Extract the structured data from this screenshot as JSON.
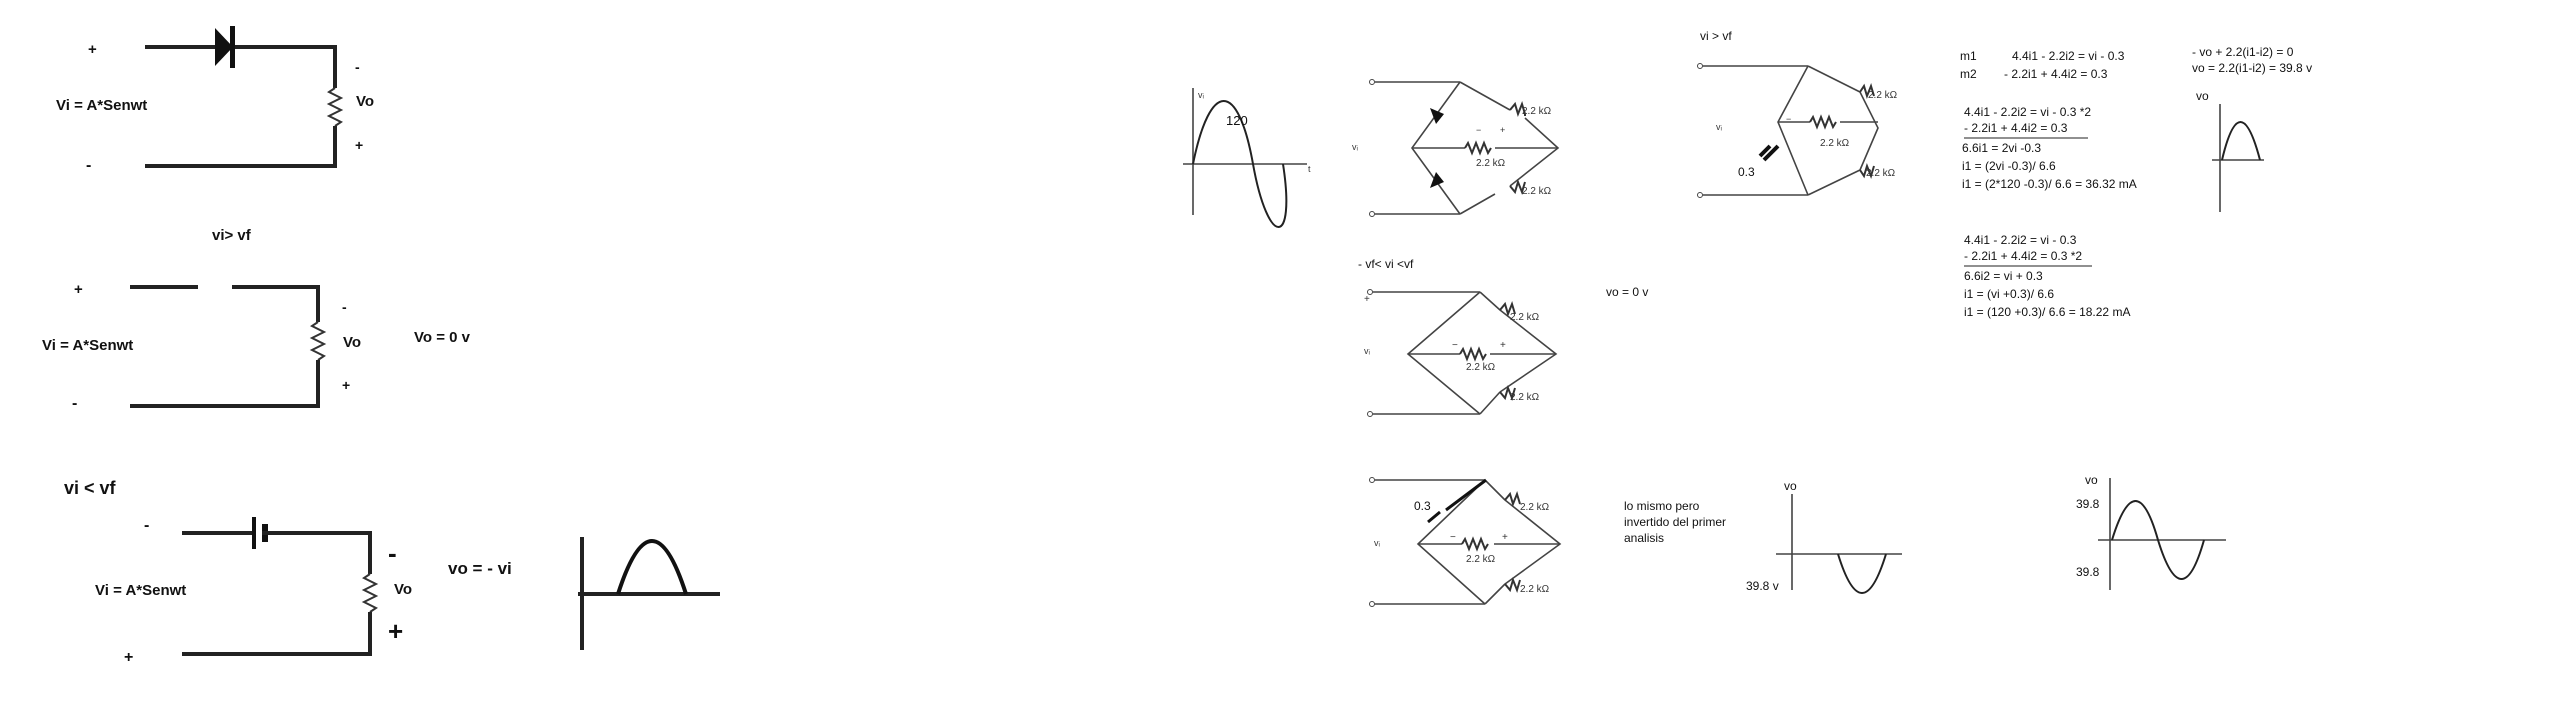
{
  "left": {
    "c1": {
      "plus": "+",
      "vi": "Vi = A*Senwt",
      "minus": "-",
      "o_minus": "-",
      "vo": "Vo",
      "o_plus": "+"
    },
    "c2": {
      "title": "vi> vf",
      "plus": "+",
      "vi": "Vi = A*Senwt",
      "minus": "-",
      "o_minus": "-",
      "vo": "Vo",
      "o_plus": "+",
      "result": "Vo = 0 v"
    },
    "c3": {
      "title": "vi < vf",
      "minus": "-",
      "vi": "Vi = A*Senwt",
      "plus": "+",
      "o_minus": "-",
      "vo": "Vo",
      "o_plus": "+",
      "result": "vo = - vi"
    }
  },
  "right": {
    "sine_in": {
      "amp": "120",
      "ylabel": "vᵢ",
      "xlabel": "t"
    },
    "r": "2.2 kΩ",
    "vi_small": "vᵢ",
    "vf_small": "v",
    "src_plus": "+",
    "src_minus": "−",
    "sec_a": {
      "title": "vi > vf",
      "diode_v": "0.3"
    },
    "sec_b": {
      "title": "- vf< vi <vf",
      "result": "vo = 0 v"
    },
    "sec_c": {
      "diode_v": "0.3",
      "note": [
        "lo mismo pero",
        "invertido del primer",
        "analisis"
      ],
      "graph_top": "vo",
      "graph_val": "39.8 v"
    },
    "eq1": {
      "m1_label": "m1",
      "m1": "4.4i1 - 2.2i2 = vi - 0.3",
      "m2_label": "m2",
      "m2": "- 2.2i1 + 4.4i2 = 0.3",
      "l1": "4.4i1 - 2.2i2 = vi - 0.3  *2",
      "l2": "- 2.2i1 + 4.4i2 = 0.3",
      "l3": "6.6i1 = 2vi -0.3",
      "l4": "i1 = (2vi -0.3)/ 6.6",
      "l5": "i1 = (2*120 -0.3)/ 6.6  = 36.32 mA"
    },
    "eq2": {
      "l1": "4.4i1 - 2.2i2 = vi - 0.3",
      "l2": "- 2.2i1 + 4.4i2 = 0.3  *2",
      "l3": "6.6i2 = vi + 0.3",
      "l4": "i1 = (vi +0.3)/ 6.6",
      "l5": "i1 = (120 +0.3)/ 6.6 = 18.22 mA"
    },
    "eq3": {
      "l1": "- vo + 2.2(i1-i2) = 0",
      "l2": "vo = 2.2(i1-i2) = 39.8 v",
      "graph": "vo"
    },
    "out_graph": {
      "vo": "vo",
      "top": "39.8",
      "bottom": "39.8"
    }
  }
}
